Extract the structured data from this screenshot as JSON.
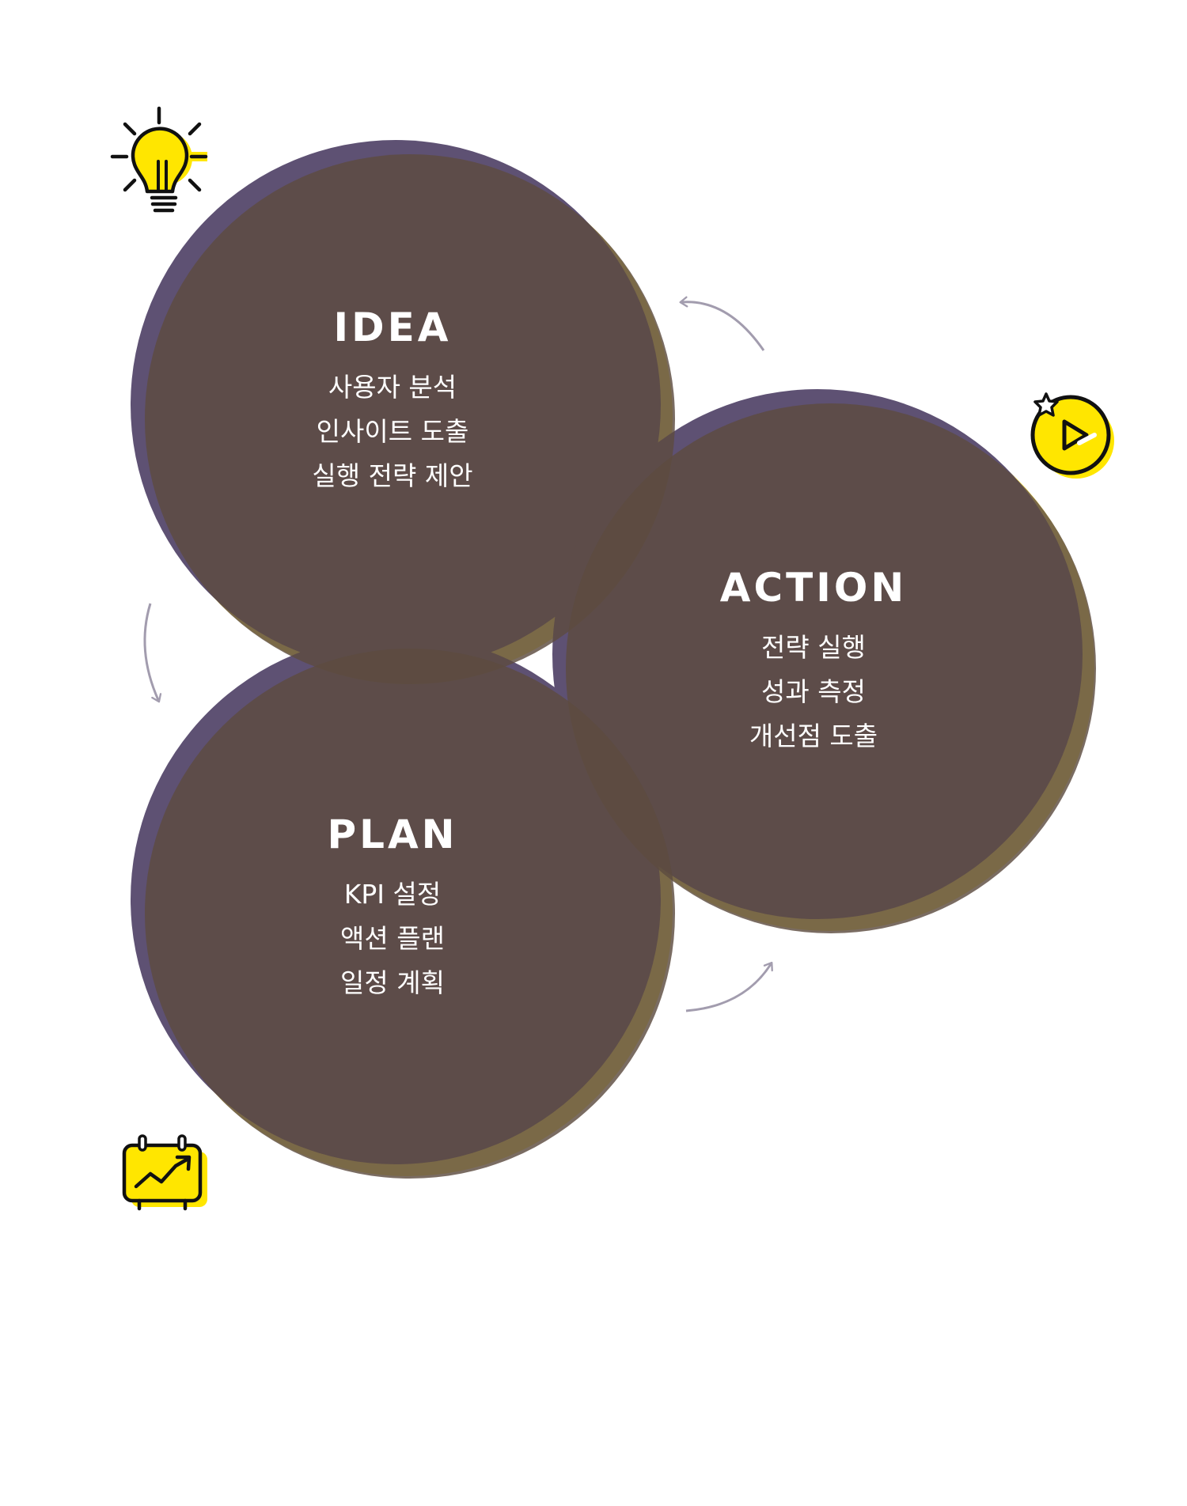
{
  "stages": [
    {
      "title": "IDEA",
      "items": [
        "사용자 분석",
        "인사이트 도출",
        "실행 전략 제안"
      ],
      "icon": "lightbulb-icon"
    },
    {
      "title": "ACTION",
      "items": [
        "전략 실행",
        "성과 측정",
        "개선점 도출"
      ],
      "icon": "play-icon"
    },
    {
      "title": "PLAN",
      "items": [
        "KPI 설정",
        "액션 플랜",
        "일정 계획"
      ],
      "icon": "chart-board-icon"
    }
  ],
  "colors": {
    "circle_fill": "#5d4c3f",
    "circle_shadow_purple": "#5e5173",
    "circle_shadow_yellow": "#ffec6a",
    "icon_yellow": "#ffe600",
    "arrow": "#a29cae"
  }
}
